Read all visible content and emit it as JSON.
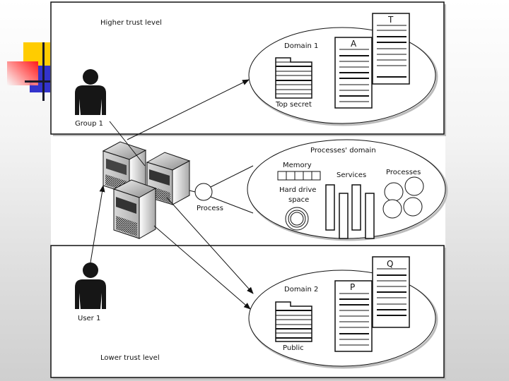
{
  "diagram": {
    "top_box": {
      "title": "Higher trust level",
      "actor_label": "Group 1",
      "domain_label": "Domain 1",
      "folder_label": "Top secret",
      "doc_front_letter": "A",
      "doc_back_letter": "T"
    },
    "middle": {
      "process_label": "Process",
      "domain_label": "Processes' domain",
      "memory_label": "Memory",
      "hard_drive_label_1": "Hard drive",
      "hard_drive_label_2": "space",
      "services_label": "Services",
      "processes_label": "Processes"
    },
    "bottom_box": {
      "title": "Lower trust level",
      "actor_label": "User 1",
      "domain_label": "Domain 2",
      "folder_label": "Public",
      "doc_front_letter": "P",
      "doc_back_letter": "Q"
    }
  },
  "decoration": {
    "colors": {
      "yellow": "#ffcc00",
      "blue": "#3333cc",
      "red": "#ff2a2a",
      "dark": "#1a1a2a"
    }
  }
}
